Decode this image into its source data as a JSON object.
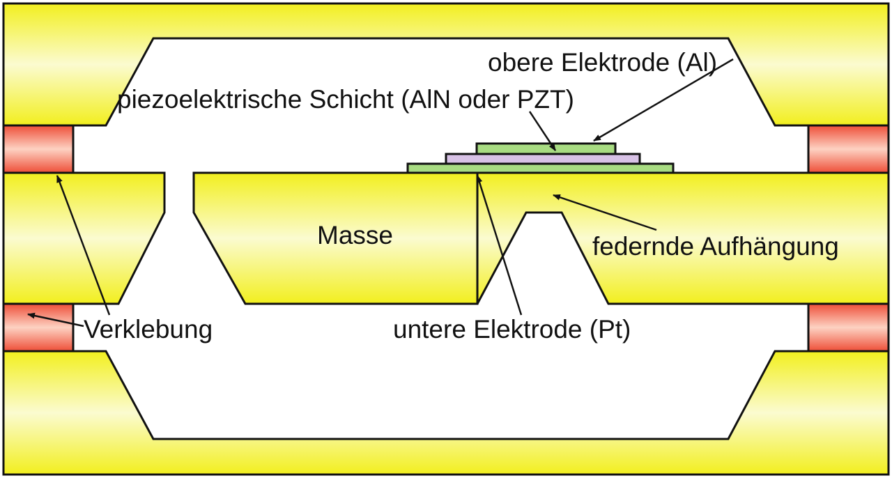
{
  "labels": {
    "obere_elektrode": "obere Elektrode (Al)",
    "piezo_schicht": "piezoelektrische Schicht (AlN oder PZT)",
    "masse": "Masse",
    "federnde_aufhaengung": "federnde Aufhängung",
    "verklebung": "Verklebung",
    "untere_elektrode": "untere Elektrode (Pt)"
  },
  "colors": {
    "silicon_yellow": "#f2ef1e",
    "silicon_highlight": "#fbfbd0",
    "adhesive_red": "#ee4e38",
    "adhesive_highlight": "#fdd2c2",
    "electrode_green": "#a8dc82",
    "piezo_violet": "#d8c2e6",
    "outline": "#111111",
    "cavity_white": "#ffffff"
  }
}
